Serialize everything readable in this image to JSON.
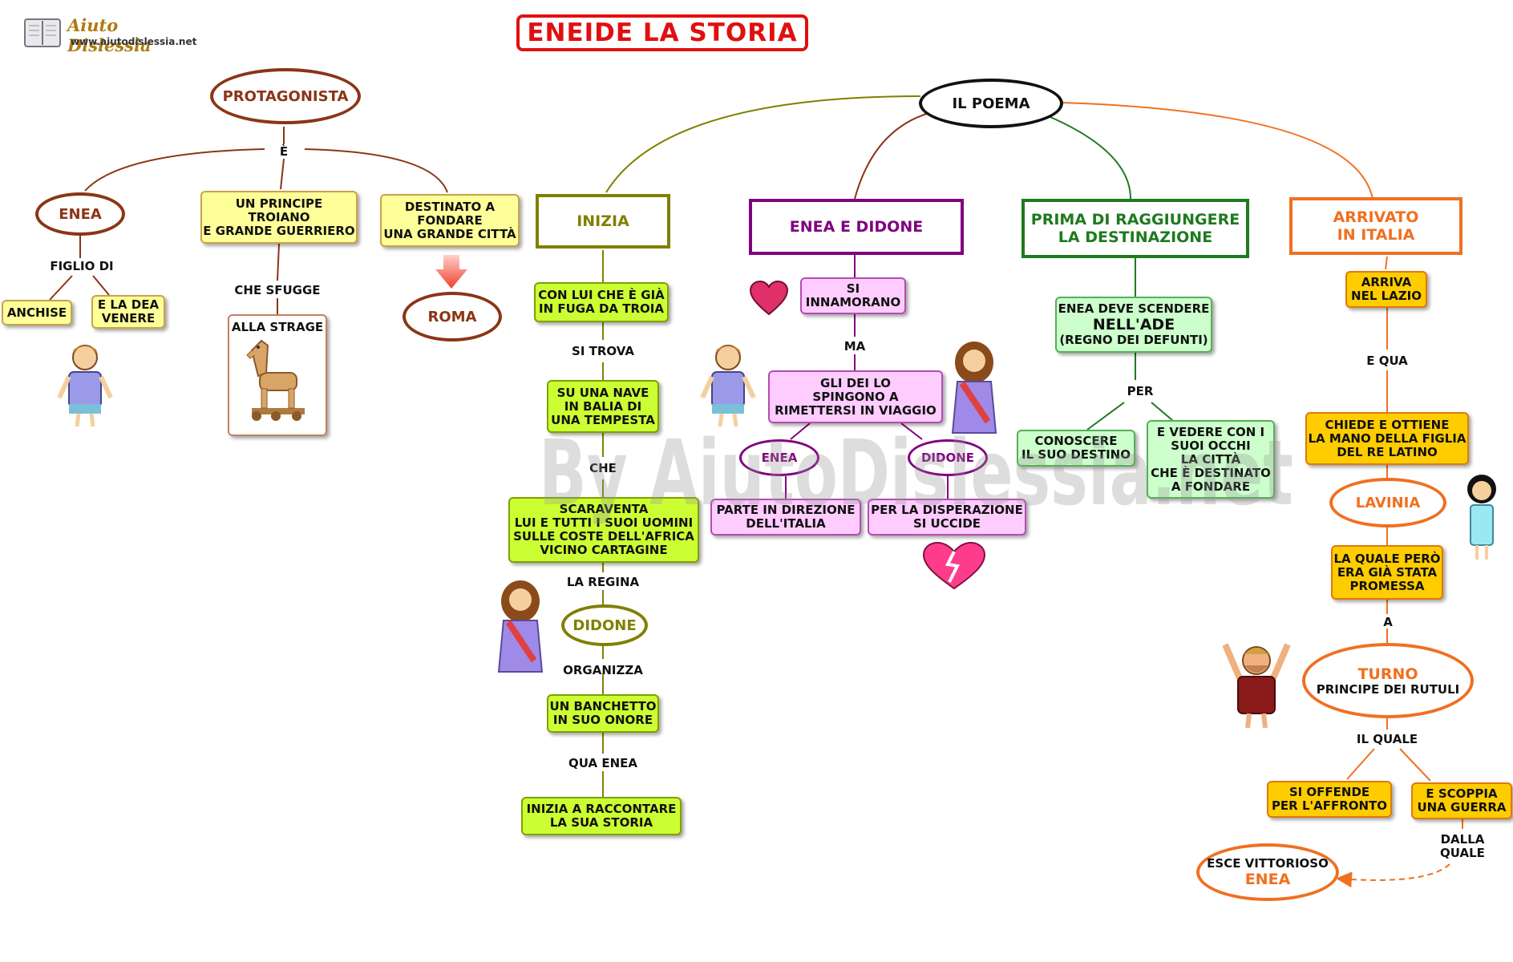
{
  "title": "ENEIDE LA STORIA",
  "logo": {
    "name": "Aiuto Dislessia",
    "url": "www.aiutodislessia.net"
  },
  "watermark": "By AiutoDislessia.net",
  "colors": {
    "title": "#e01010",
    "protagonista": "#8b3516",
    "inizia": "#808000",
    "didone": "#800080",
    "prima": "#1e7a1e",
    "italia": "#f07020"
  },
  "icons": [
    "book-icon",
    "trojan-horse-icon",
    "heart-icon",
    "broken-heart-icon",
    "aeneas-figure-icon",
    "dido-figure-icon",
    "lavinia-figure-icon",
    "turnus-figure-icon",
    "down-arrow-icon"
  ],
  "nodes": {
    "protagonista": "PROTAGONISTA",
    "e_label": "È",
    "enea": "ENEA",
    "figlio_di": "FIGLIO DI",
    "anchise": "ANCHISE",
    "dea_venere": "E LA DEA\nVENERE",
    "principe": "UN PRINCIPE\nTROIANO\nE GRANDE GUERRIERO",
    "che_sfugge": "CHE SFUGGE",
    "alla_strage": "ALLA STRAGE",
    "destinato": "DESTINATO A\nFONDARE\nUNA GRANDE CITTÀ",
    "roma": "ROMA",
    "il_poema": "IL POEMA",
    "inizia": "INIZIA",
    "con_lui": "CON LUI CHE È GIÀ\nIN FUGA DA TROIA",
    "si_trova": "SI TROVA",
    "su_nave": "SU UNA NAVE\nIN BALIA DI\nUNA TEMPESTA",
    "che": "CHE",
    "scaraventa": "SCARAVENTA\nLUI E TUTTI I SUOI UOMINI\nSULLE COSTE DELL'AFRICA\nVICINO CARTAGINE",
    "la_regina": "LA REGINA",
    "didone_oval": "DIDONE",
    "organizza": "ORGANIZZA",
    "banchetto": "UN BANCHETTO\nIN SUO ONORE",
    "qua_enea": "QUA ENEA",
    "raccontare": "INIZIA A RACCONTARE\nLA SUA STORIA",
    "enea_didone": "ENEA E DIDONE",
    "innamorano": "SI\nINNAMORANO",
    "ma": "MA",
    "dei": "GLI DEI LO\nSPINGONO A\nRIMETTERSI IN VIAGGIO",
    "enea_small": "ENEA",
    "didone_small": "DIDONE",
    "parte": "PARTE IN DIREZIONE\nDELL'ITALIA",
    "disperazione": "PER LA DISPERAZIONE\nSI UCCIDE",
    "prima": "PRIMA DI RAGGIUNGERE\nLA DESTINAZIONE",
    "ade_line1": "ENEA DEVE SCENDERE",
    "ade_line2": "NELL'ADE",
    "ade_line3": "(REGNO DEI DEFUNTI)",
    "per": "PER",
    "conoscere": "CONOSCERE\nIL SUO DESTINO",
    "vedere": "E VEDERE CON I\nSUOI OCCHI\nLA CITTÀ\nCHE È DESTINATO\nA FONDARE",
    "arrivato": "ARRIVATO\nIN ITALIA",
    "lazio": "ARRIVA\nNEL LAZIO",
    "e_qua": "E QUA",
    "chiede": "CHIEDE E OTTIENE\nLA MANO DELLA FIGLIA\nDEL  RE LATINO",
    "lavinia": "LAVINIA",
    "promessa": "LA QUALE PERÒ\nERA GIÀ STATA\nPROMESSA",
    "a": "A",
    "turno": "TURNO",
    "turno_sub": "PRINCIPE DEI RUTULI",
    "il_quale": "IL QUALE",
    "offende": "SI OFFENDE\nPER L'AFFRONTO",
    "guerra": "E SCOPPIA\nUNA GUERRA",
    "dalla_quale": "DALLA\nQUALE",
    "esce": "ESCE VITTORIOSO",
    "esce_enea": "ENEA"
  }
}
